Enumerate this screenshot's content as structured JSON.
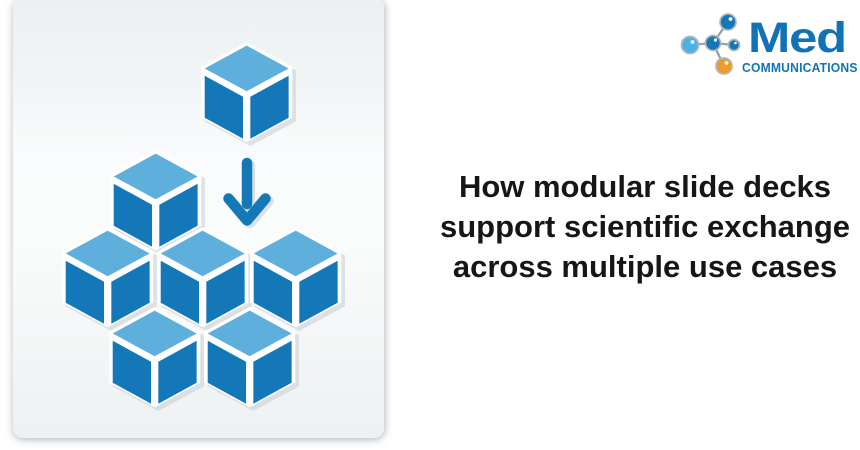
{
  "logo": {
    "name": "Med",
    "subtitle": "COMMUNICATIONS",
    "icon": "molecule-icon"
  },
  "headline": {
    "lines": [
      "How modular slide decks",
      "support scientific exchange",
      "across multiple use cases"
    ]
  },
  "illustration": {
    "type": "isometric-cube-assembly",
    "floating_cubes": 1,
    "cluster_cubes": 6,
    "arrow_icon": "down-arrow-icon",
    "arrow_direction": "down"
  },
  "colors": {
    "cube_top": "#5fafdd",
    "cube_side": "#1377b8",
    "cube_shadow": "#c7cdd1",
    "arrow": "#1478b8",
    "brand_blue": "#1173b5",
    "node_dark_blue": "#1377b8",
    "node_light_blue": "#4ab3e6",
    "node_orange": "#f09a28",
    "node_ring": "#b0b6b9",
    "connector_gray": "#9aa0a4",
    "headline_text": "#161616",
    "panel_top": "#ecf0f2",
    "panel_mid": "#fafbfc",
    "panel_bottom": "#eef1f2"
  }
}
